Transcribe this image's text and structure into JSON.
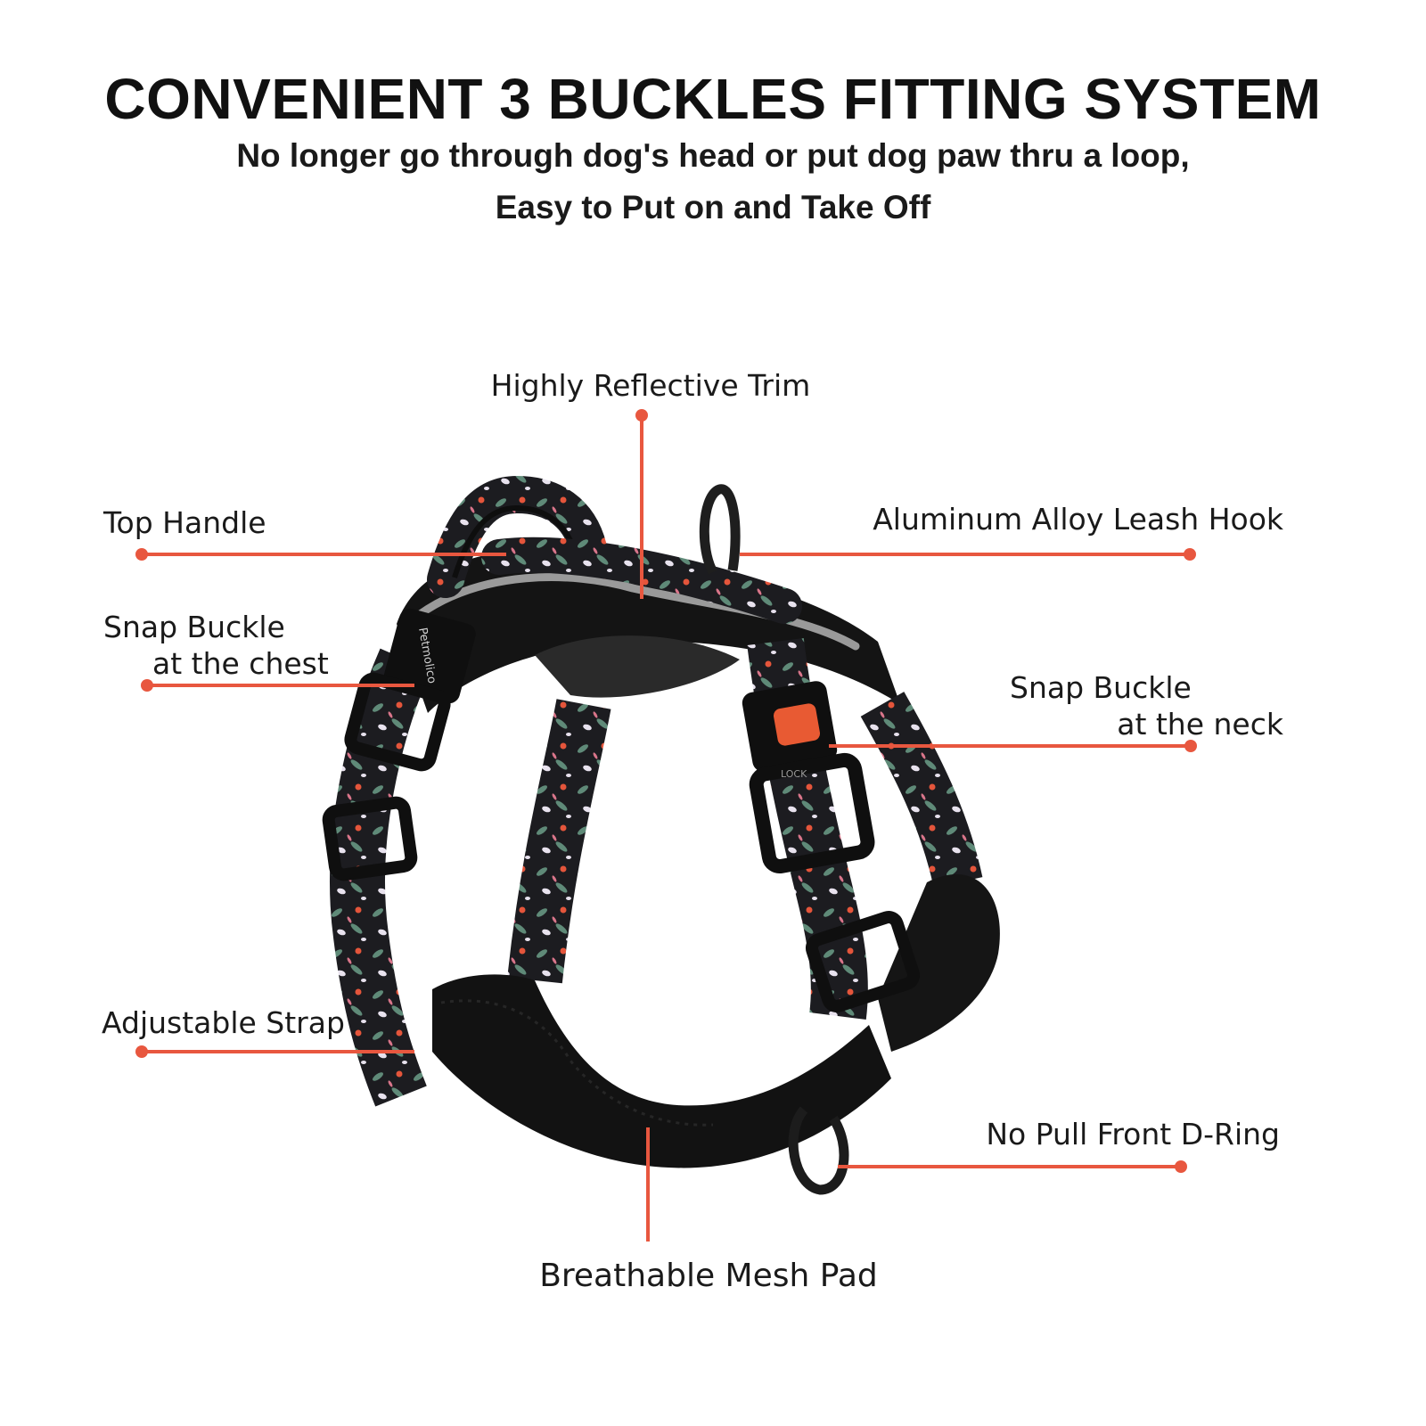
{
  "header": {
    "title": "CONVENIENT 3 BUCKLES FITTING SYSTEM",
    "subtitle_line1": "No longer go through dog's head or put dog paw thru a loop,",
    "subtitle_line2": "Easy to Put on and Take Off"
  },
  "callouts": {
    "reflective_trim": "Highly Reflective Trim",
    "top_handle": "Top Handle",
    "leash_hook": "Aluminum Alloy Leash Hook",
    "chest_buckle_line1": "Snap Buckle",
    "chest_buckle_line2": "at the chest",
    "neck_buckle_line1": "Snap Buckle",
    "neck_buckle_line2": "at the neck",
    "adjustable_strap": "Adjustable Strap",
    "front_d_ring": "No Pull Front D-Ring",
    "mesh_pad": "Breathable Mesh Pad"
  },
  "product": {
    "brand_print": "Petmolico",
    "lock_print": "LOCK",
    "pattern": "black floral print"
  },
  "colors": {
    "callout_line": "#e8573f",
    "harness_body": "#141414",
    "reflective_trim": "#9a9a9a",
    "buckle_release": "#e85a33",
    "print_leaf": "#5f8a78",
    "print_flower": "#e4553b",
    "print_petal": "#e8e2ee"
  }
}
